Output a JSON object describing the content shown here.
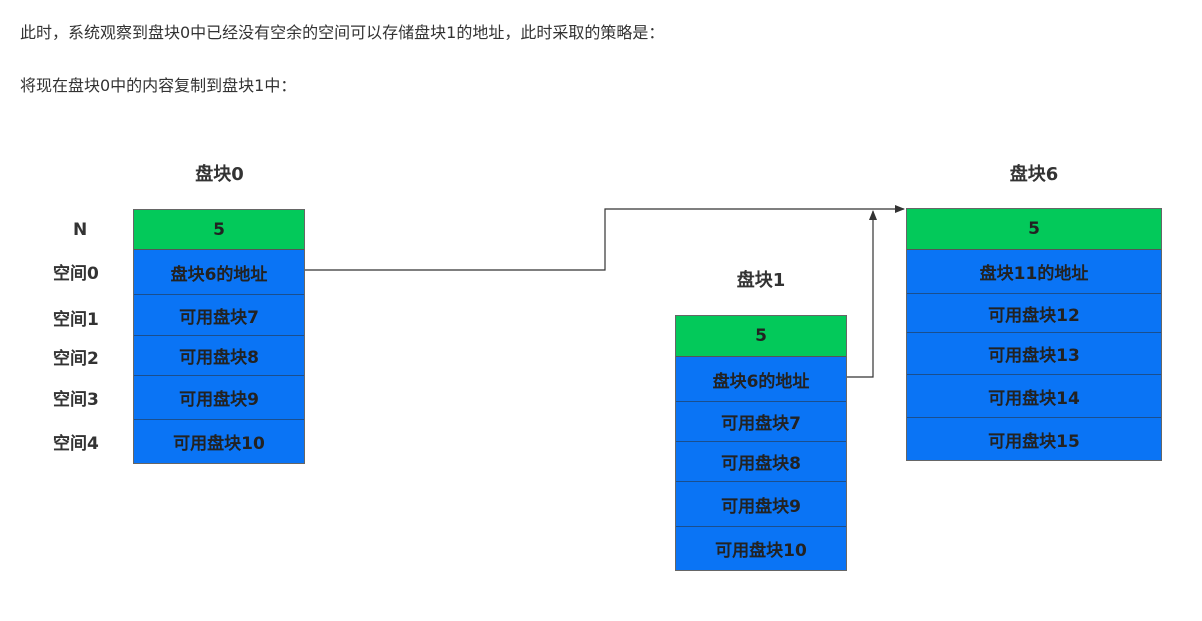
{
  "paragraphs": {
    "line1": "此时，系统观察到盘块0中已经没有空余的空间可以存储盘块1的地址，此时采取的策略是：",
    "line2": "将现在盘块0中的内容复制到盘块1中："
  },
  "diagram": {
    "row_labels": {
      "n": "N",
      "space0": "空间0",
      "space1": "空间1",
      "space2": "空间2",
      "space3": "空间3",
      "space4": "空间4"
    },
    "block0": {
      "title": "盘块0",
      "cells": [
        "5",
        "盘块6的地址",
        "可用盘块7",
        "可用盘块8",
        "可用盘块9",
        "可用盘块10"
      ]
    },
    "block1": {
      "title": "盘块1",
      "cells": [
        "5",
        "盘块6的地址",
        "可用盘块7",
        "可用盘块8",
        "可用盘块9",
        "可用盘块10"
      ]
    },
    "block6": {
      "title": "盘块6",
      "cells": [
        "5",
        "盘块11的地址",
        "可用盘块12",
        "可用盘块13",
        "可用盘块14",
        "可用盘块15"
      ]
    },
    "colors": {
      "header_green": "#03c95a",
      "cell_blue": "#0a74f5",
      "arrow": "#333333"
    }
  }
}
